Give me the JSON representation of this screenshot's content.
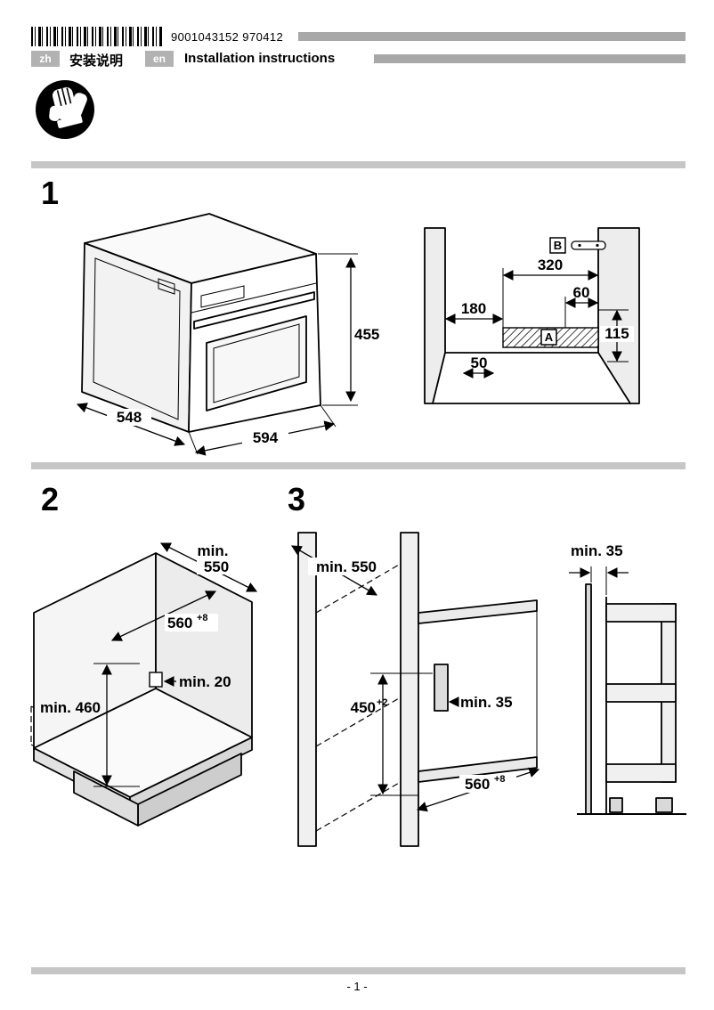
{
  "colors": {
    "bar_gray": "#a8a8a8",
    "divider_gray": "#c6c6c6",
    "lang_badge_bg": "#b2b2b2"
  },
  "header": {
    "code": "9001043152  970412",
    "languages": [
      {
        "code": "zh",
        "title": "安装说明"
      },
      {
        "code": "en",
        "title": "Installation instructions"
      }
    ]
  },
  "section1": {
    "number": "1",
    "oven": {
      "height": "455",
      "depth": "548",
      "width": "594"
    },
    "niche": {
      "label_b": "B",
      "label_a": "A",
      "d320": "320",
      "d60": "60",
      "d180": "180",
      "d115": "115",
      "d50": "50"
    }
  },
  "section2": {
    "number": "2",
    "dims": {
      "min550_line1": "min.",
      "min550_line2": "550",
      "d560": "560",
      "d560_tol": "+8",
      "min20": "min. 20",
      "min460": "min. 460"
    }
  },
  "section3": {
    "number": "3",
    "dims": {
      "min550": "min. 550",
      "d450": "450",
      "d450_tol": "+2",
      "min35": "min. 35",
      "d560": "560",
      "d560_tol": "+8"
    },
    "side": {
      "min35": "min. 35"
    }
  },
  "footer": {
    "page_number": "- 1 -"
  }
}
